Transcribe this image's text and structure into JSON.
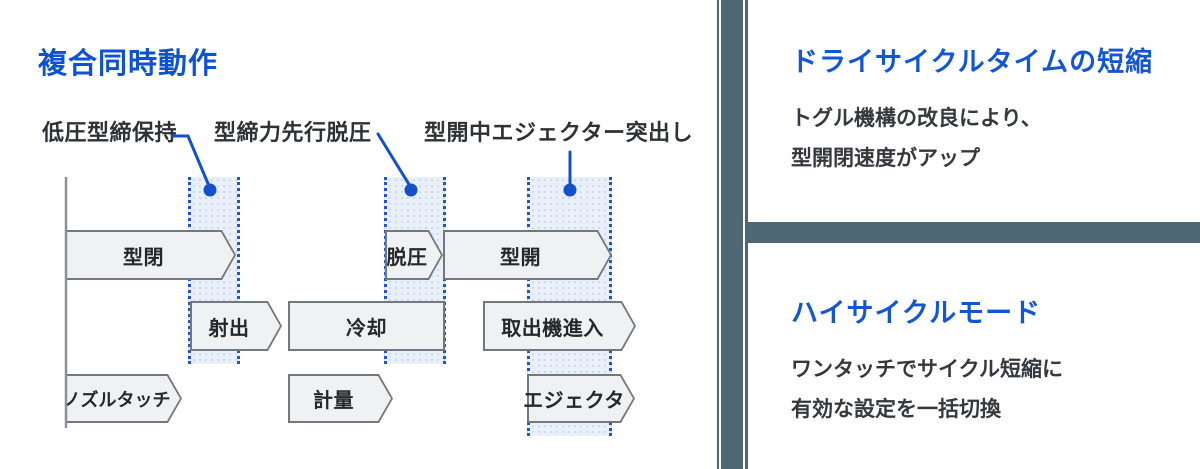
{
  "diagram": {
    "title": "複合同時動作",
    "callouts": [
      {
        "label": "低圧型締保持"
      },
      {
        "label": "型締力先行脱圧"
      },
      {
        "label": "型開中エジェクター突出し"
      }
    ],
    "bars": [
      {
        "label": "型閉"
      },
      {
        "label": "脱圧"
      },
      {
        "label": "型開"
      },
      {
        "label": "射出"
      },
      {
        "label": "冷却"
      },
      {
        "label": "取出機進入"
      },
      {
        "label": "ノズルタッチ"
      },
      {
        "label": "計量"
      },
      {
        "label": "エジェクタ"
      }
    ]
  },
  "features": [
    {
      "title": "ドライサイクルタイムの短縮",
      "lines": [
        "トグル機構の改良により、",
        "型開閉速度がアップ"
      ]
    },
    {
      "title": "ハイサイクルモード",
      "lines": [
        "ワンタッチでサイクル短縮に",
        "有効な設定を一括切換"
      ]
    }
  ],
  "colors": {
    "accent_blue": "#0d52d2",
    "leader_blue": "#1350cb",
    "band_bg": "#eaf0fa",
    "band_dot": "#c9d8ef",
    "band_border": "#1e56c8",
    "bar_fill": "#f0f1f3",
    "bar_border": "#72787f",
    "text_dark": "#2d3236",
    "panel_slate": "#4d6872",
    "axis_gray": "#8a9199"
  }
}
